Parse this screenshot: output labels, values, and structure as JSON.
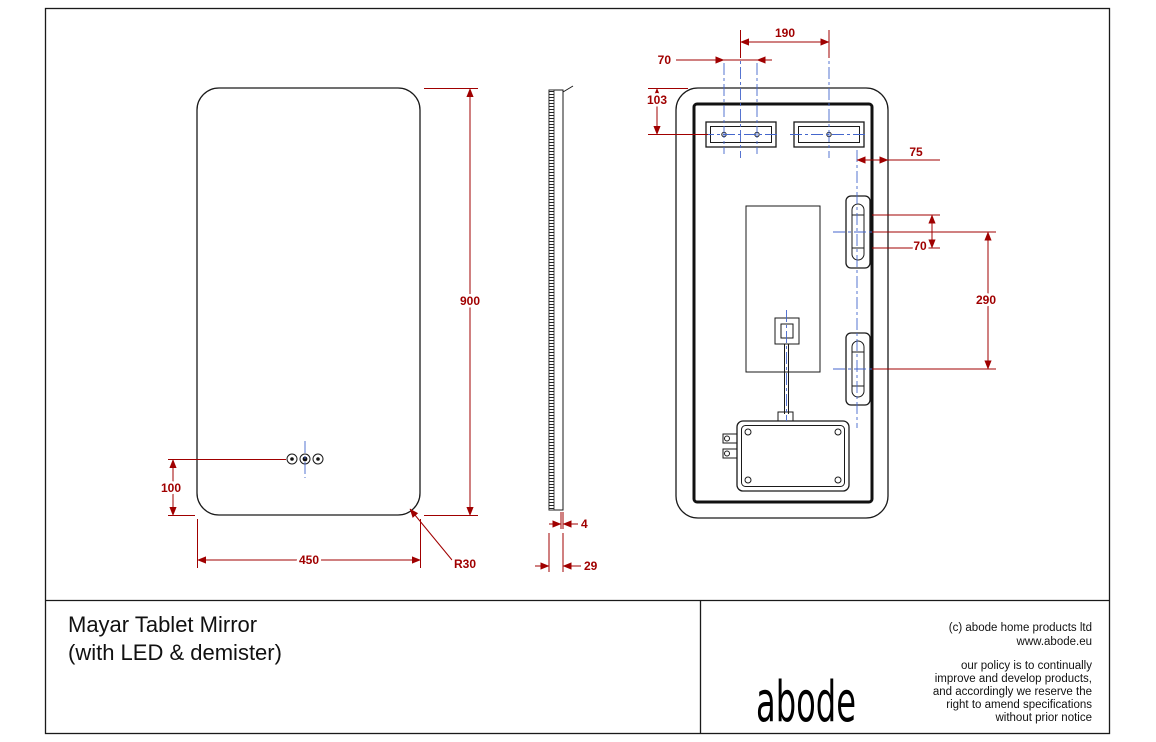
{
  "title_block": {
    "product_line1": "Mayar Tablet Mirror",
    "product_line2": "(with LED & demister)",
    "brand_logo": "abode",
    "copyright": "(c) abode home products ltd",
    "website": "www.abode.eu",
    "policy_lines": [
      "our policy is to continually",
      "improve and develop products,",
      "and accordingly we reserve the",
      "right to amend specifications",
      "without prior notice"
    ]
  },
  "dims": {
    "front_height": "900",
    "front_width": "450",
    "control_bottom_offset": "100",
    "corner_radius": "R30",
    "glass_thickness": "4",
    "overall_depth": "29",
    "led_centres": "190",
    "led_hole_centres": "70",
    "led_top_offset": "103",
    "bracket_edge_offset": "75",
    "bracket_hole_centres": "70",
    "bracket_centres": "290"
  },
  "colors": {
    "dimension": "#a00000",
    "centerline": "#4466cc",
    "outline": "#1a1a1a",
    "background": "#ffffff"
  }
}
